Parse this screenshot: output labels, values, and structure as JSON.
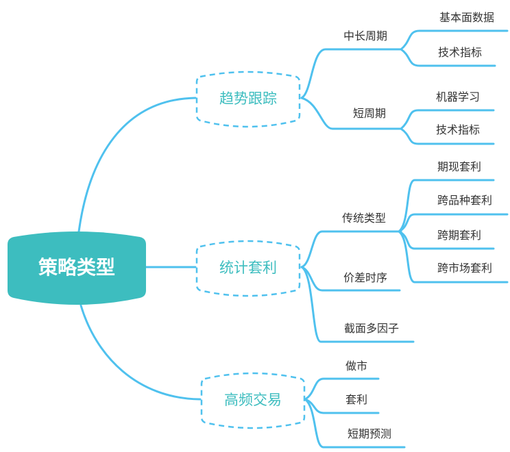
{
  "root": {
    "label": "策略类型"
  },
  "colors": {
    "root_fill": "#3DBDBF",
    "line": "#4FC1EE",
    "branch_text": "#3DBDBF",
    "leaf_text": "#333333"
  },
  "branches": [
    {
      "label": "趋势跟踪",
      "children": [
        {
          "label": "中长周期",
          "children": [
            {
              "label": "基本面数据"
            },
            {
              "label": "技术指标"
            }
          ]
        },
        {
          "label": "短周期",
          "children": [
            {
              "label": "机器学习"
            },
            {
              "label": "技术指标"
            }
          ]
        }
      ]
    },
    {
      "label": "统计套利",
      "children": [
        {
          "label": "传统类型",
          "children": [
            {
              "label": "期现套利"
            },
            {
              "label": "跨品种套利"
            },
            {
              "label": "跨期套利"
            },
            {
              "label": "跨市场套利"
            }
          ]
        },
        {
          "label": "价差时序",
          "children": []
        },
        {
          "label": "截面多因子",
          "children": []
        }
      ]
    },
    {
      "label": "高频交易",
      "children": [
        {
          "label": "做市",
          "children": []
        },
        {
          "label": "套利",
          "children": []
        },
        {
          "label": "短期预测",
          "children": []
        }
      ]
    }
  ]
}
